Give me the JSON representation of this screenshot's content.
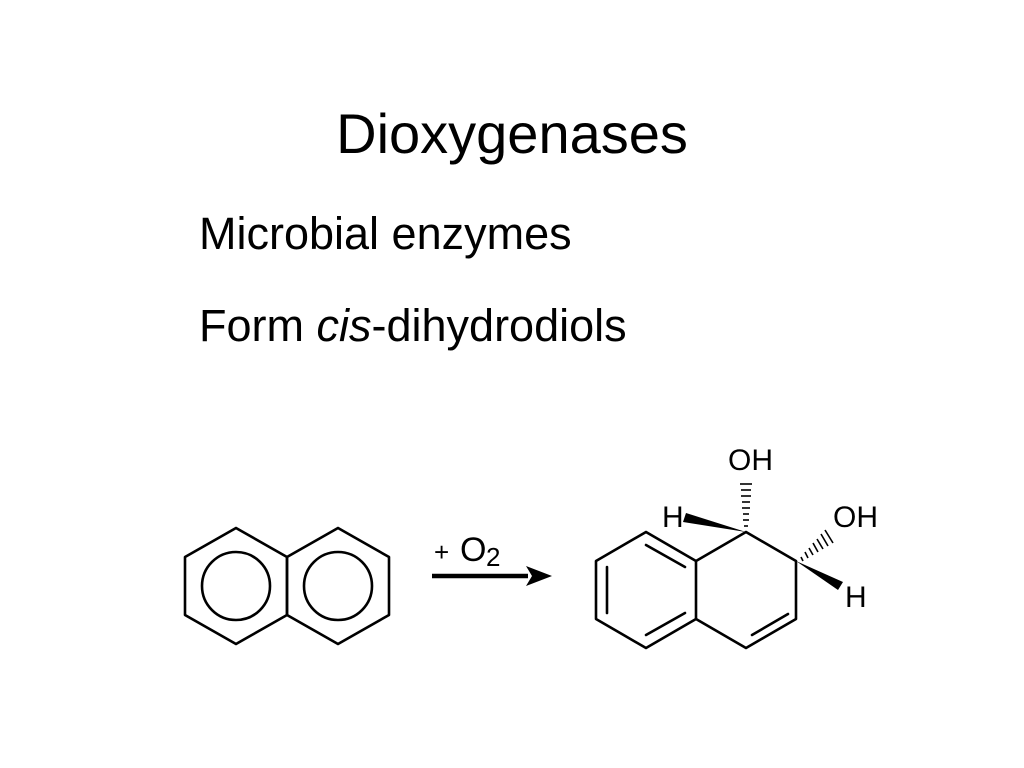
{
  "slide": {
    "title": "Dioxygenases",
    "bullets": [
      {
        "text": "Microbial enzymes"
      },
      {
        "prefix": "Form ",
        "italic": "cis",
        "suffix": "-dihydrodiols"
      }
    ]
  },
  "reaction": {
    "reagent_plus": "+",
    "reagent_symbol": "O",
    "reagent_subscript": "2",
    "product_labels": {
      "oh_top": "OH",
      "oh_right": "OH",
      "h_left": "H",
      "h_bottom": "H"
    }
  }
}
